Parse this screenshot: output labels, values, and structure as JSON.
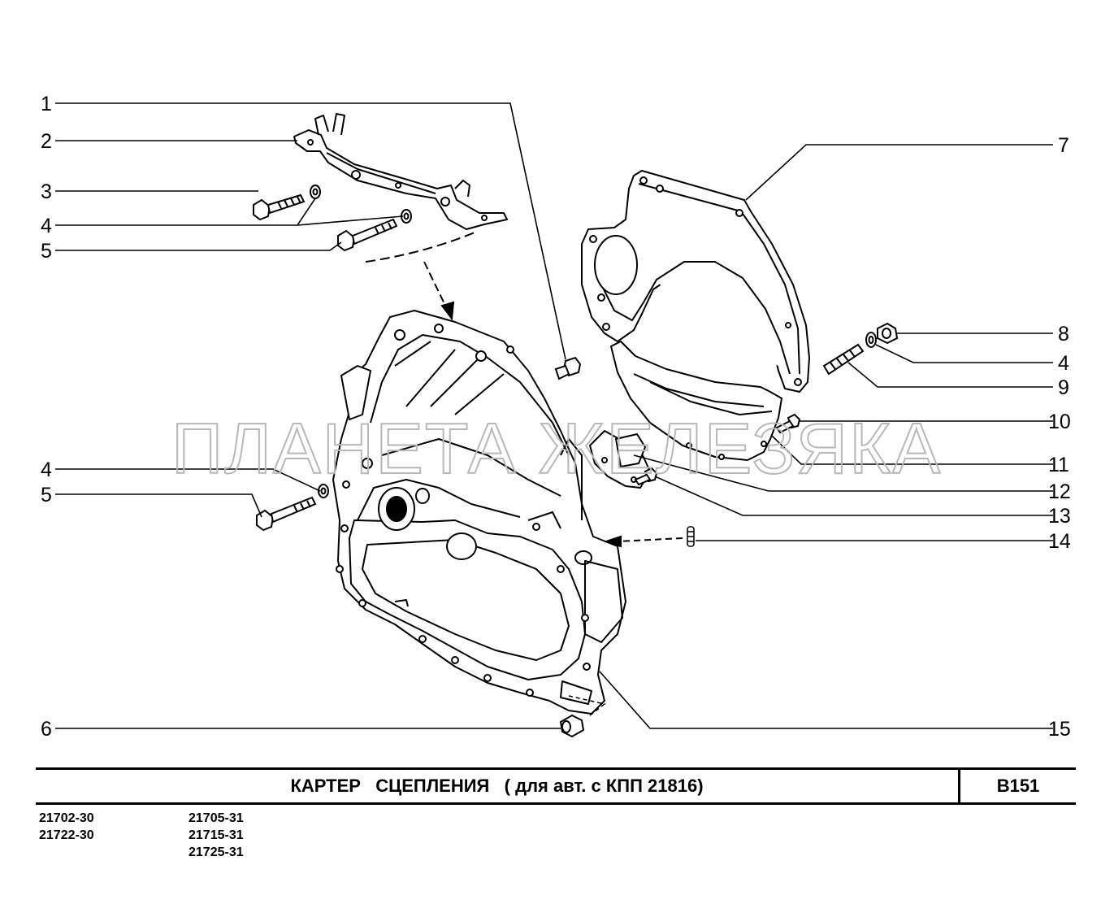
{
  "watermark": "ПЛАНЕТА ЖЕЛЕЗЯКА",
  "callouts": {
    "c1": "1",
    "c2": "2",
    "c3": "3",
    "c4a": "4",
    "c5a": "5",
    "c4b": "4",
    "c5b": "5",
    "c6": "6",
    "c7": "7",
    "c8": "8",
    "c4c": "4",
    "c9": "9",
    "c10": "10",
    "c11": "11",
    "c12": "12",
    "c13": "13",
    "c14": "14",
    "c15": "15"
  },
  "title": "КАРТЕР   СЦЕПЛЕНИЯ   ( для авт. с КПП 21816)",
  "page_code": "B151",
  "models": {
    "col1": [
      "21702-30",
      "21722-30"
    ],
    "col2": [
      "21705-31",
      "21715-31",
      "21725-31"
    ]
  }
}
